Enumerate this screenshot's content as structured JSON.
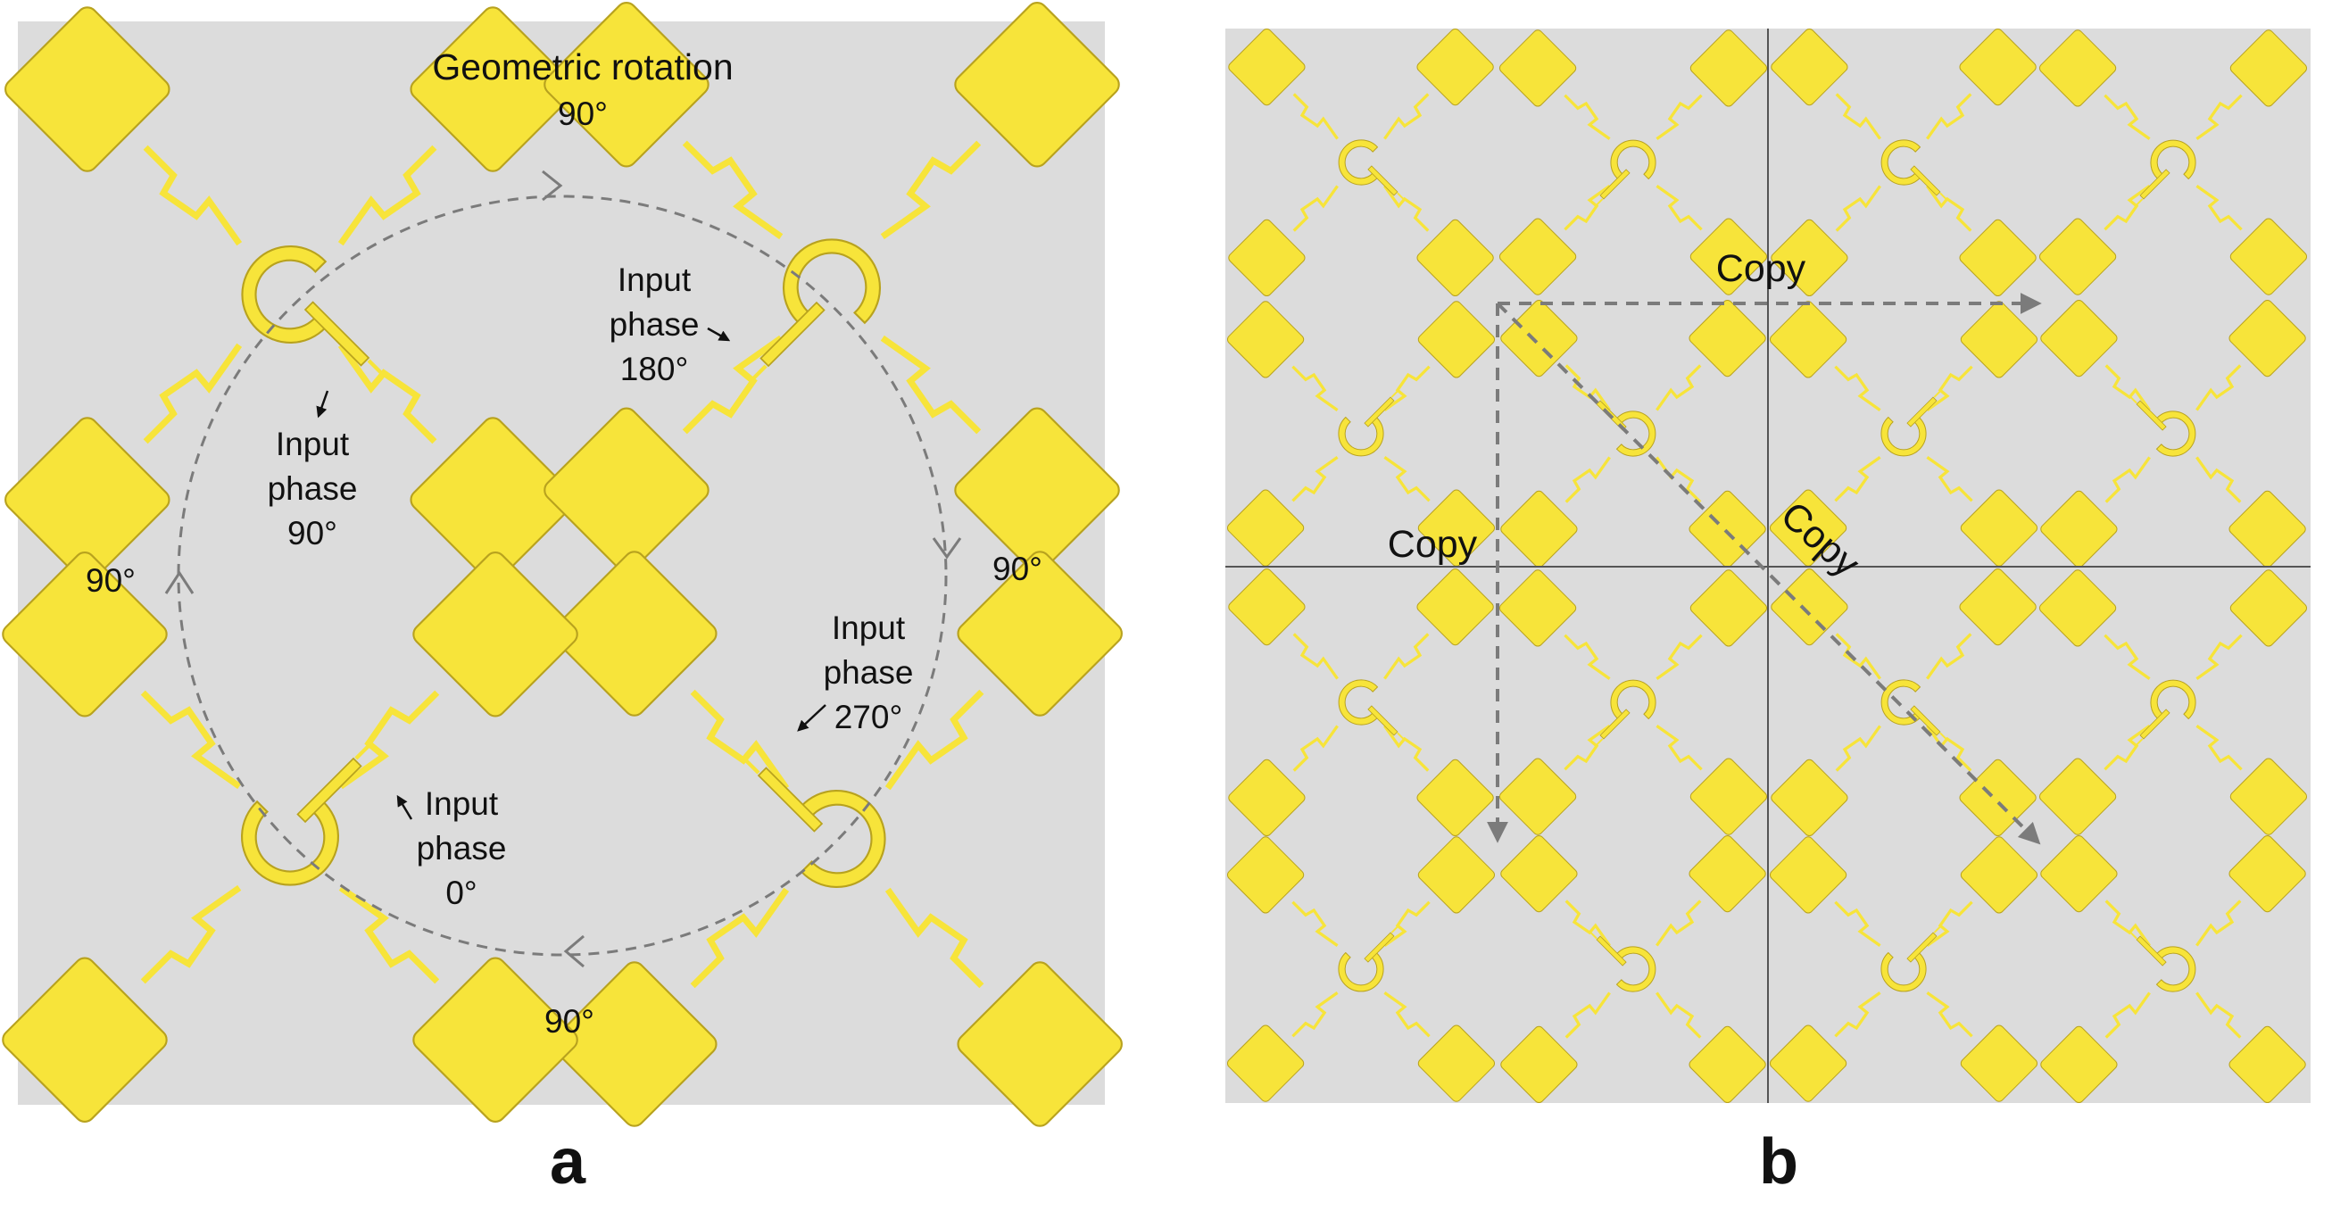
{
  "colors": {
    "background": "#dcdcdc",
    "patch": "#f7e43a",
    "patch_edge": "#b8a21e",
    "dashed_line": "#7b7b7b",
    "grid_line": "#555555",
    "text": "#111111"
  },
  "panel_a": {
    "letter": "a",
    "title": "Geometric rotation",
    "rotation_labels": [
      "90°",
      "90°",
      "90°",
      "90°"
    ],
    "elements": [
      {
        "input_lines": [
          "Input",
          "phase",
          "90°"
        ],
        "rotation_deg": 0
      },
      {
        "input_lines": [
          "Input",
          "phase",
          "180°"
        ],
        "rotation_deg": 90
      },
      {
        "input_lines": [
          "Input",
          "phase",
          "270°"
        ],
        "rotation_deg": 180
      },
      {
        "input_lines": [
          "Input",
          "phase",
          "0°"
        ],
        "rotation_deg": 270
      }
    ]
  },
  "panel_b": {
    "letter": "b",
    "copy_labels": [
      "Copy",
      "Copy",
      "Copy"
    ],
    "grid_rotations": [
      [
        0,
        90,
        0,
        90
      ],
      [
        270,
        180,
        270,
        180
      ],
      [
        0,
        90,
        0,
        90
      ],
      [
        270,
        180,
        270,
        180
      ]
    ]
  }
}
